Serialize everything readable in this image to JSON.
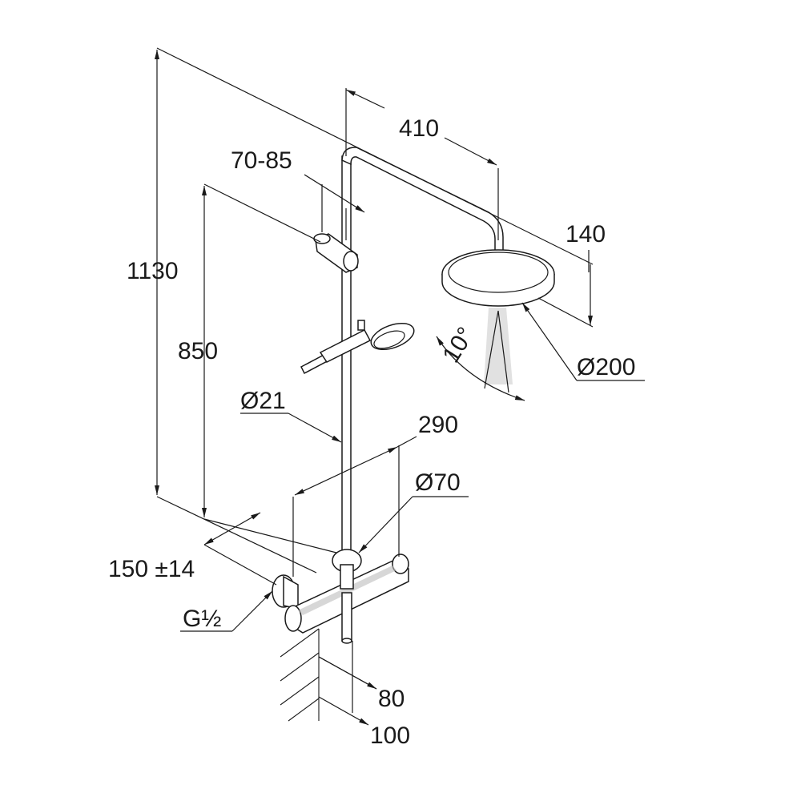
{
  "dimensions": {
    "total_height": "1130",
    "rail_height": "850",
    "arm_length": "410",
    "holder_adjust": "70-85",
    "head_offset": "140",
    "head_diameter": "Ø200",
    "tilt_angle": "10°",
    "rail_diameter": "Ø21",
    "mixer_width": "290",
    "mixer_diameter": "Ø70",
    "connection_spacing": "150 ±14",
    "thread_size": "G½",
    "wall_offset_inner": "80",
    "wall_offset_outer": "100"
  },
  "colors": {
    "line": "#1a1a1a",
    "background": "#ffffff"
  }
}
